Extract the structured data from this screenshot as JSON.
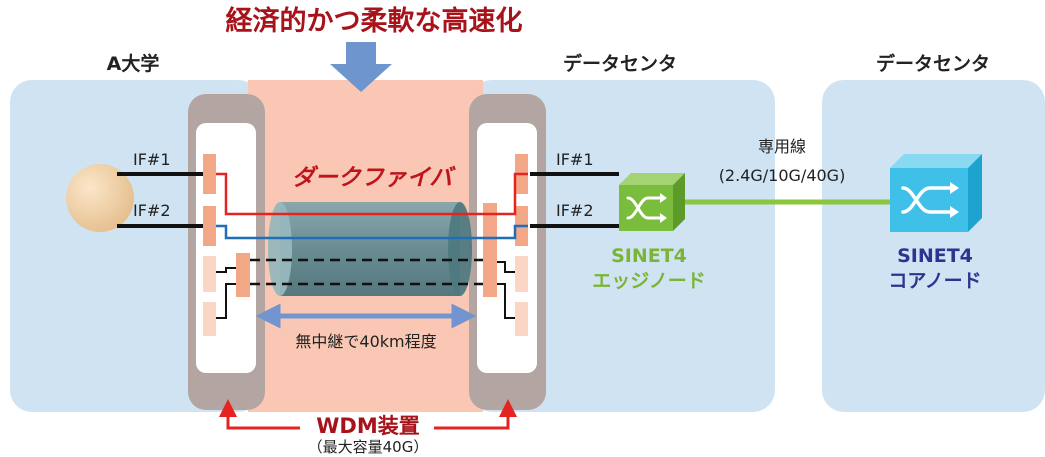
{
  "headline": "経済的かつ柔軟な高速化",
  "regions": {
    "left": "A大学",
    "middle": "データセンタ",
    "right": "データセンタ"
  },
  "left_ports": [
    "IF#1",
    "IF#2"
  ],
  "right_ports": [
    "IF#1",
    "IF#2"
  ],
  "dark_fiber": "ダークファイバ",
  "distance": "無中継で40km程度",
  "leased_line": {
    "label": "専用線",
    "speeds": "(2.4G/10G/40G)"
  },
  "edge_node": {
    "line1": "SINET4",
    "line2": "エッジノード"
  },
  "core_node": {
    "line1": "SINET4",
    "line2": "コアノード"
  },
  "wdm": {
    "label": "WDM装置",
    "capacity": "（最大容量40G）"
  },
  "colors": {
    "region_bg": "#cfe3f3",
    "center_band": "#f9c7b4",
    "wdm_frame": "#b3a6a2",
    "headline": "#a8131b",
    "arrow": "#6f95cf",
    "fiber": "#5e8890",
    "edge_node": "#7abd3d",
    "core_node": "#3fc0e8",
    "line_red": "#e42421",
    "line_blue": "#1f6fb8",
    "green_line": "#8cc63f",
    "node_label_green": "#7ab535",
    "node_label_navy": "#2b3590"
  }
}
